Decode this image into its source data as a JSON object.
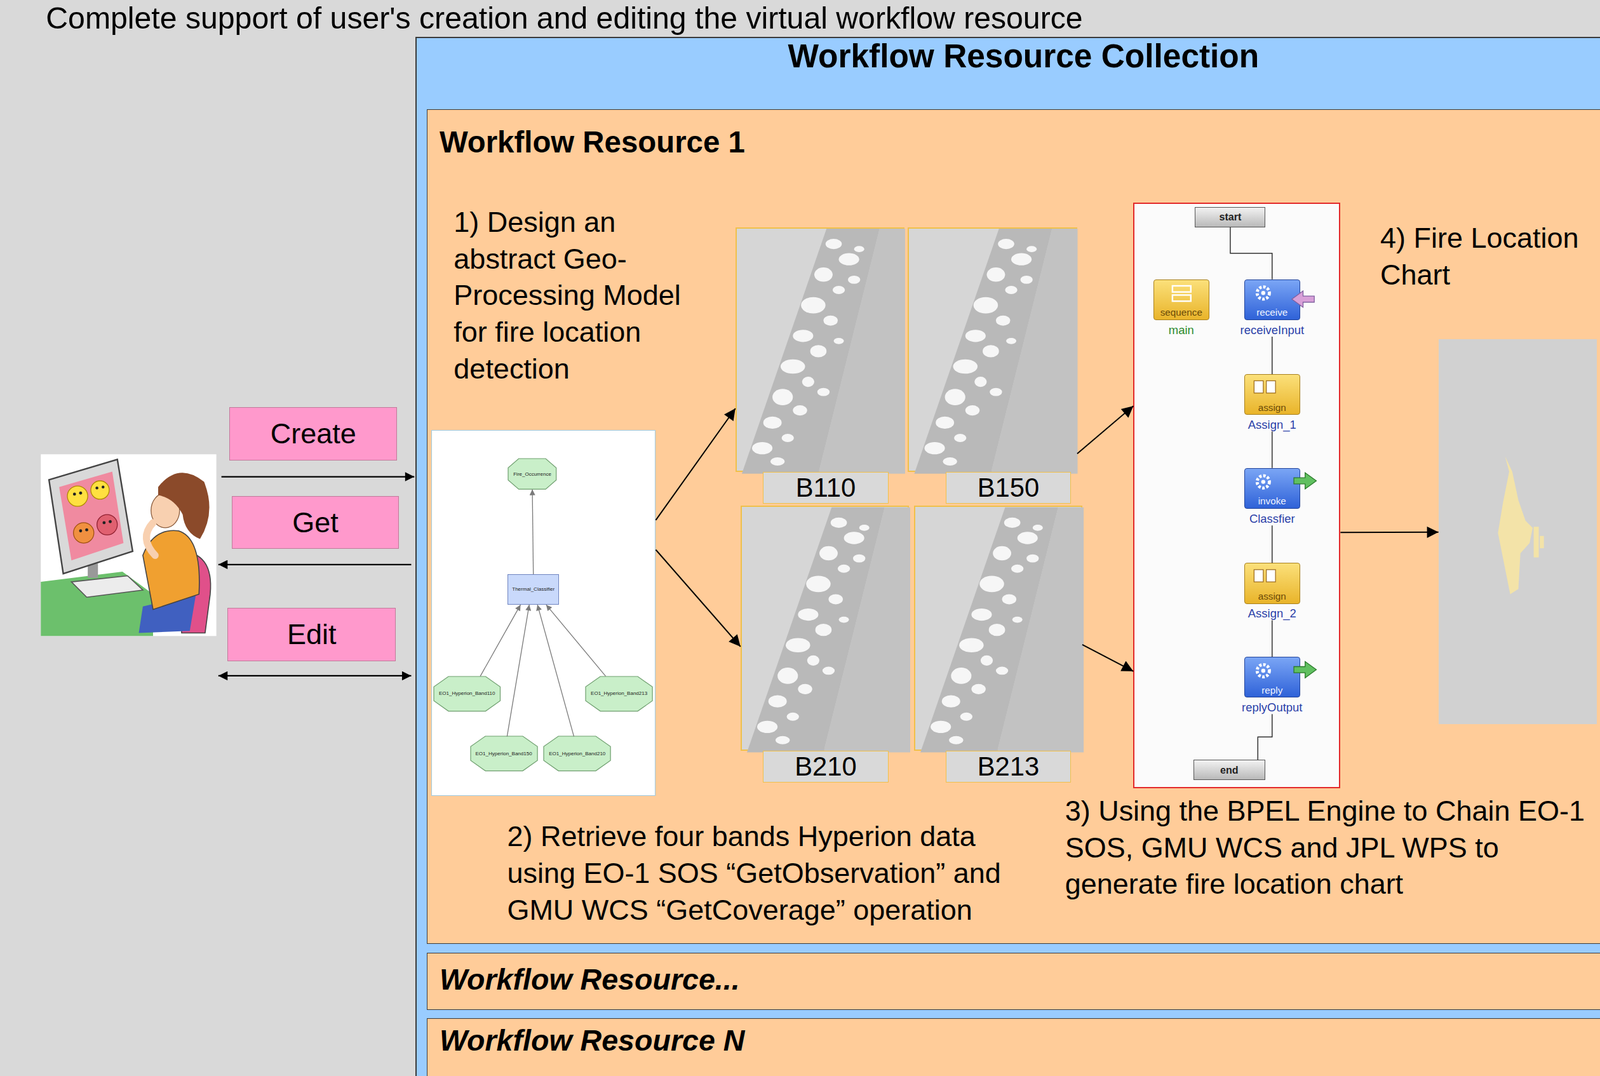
{
  "diagram": {
    "title": "Complete support of user's creation and editing the virtual workflow resource",
    "nodes": [
      {
        "text": [
          "Create"
        ]
      },
      {
        "text": [
          "Get"
        ]
      },
      {
        "text": [
          "Edit"
        ]
      },
      {
        "text": [
          "Workflow Resource Collection"
        ]
      },
      {
        "text": [
          "Workflow Resource 1"
        ],
        "in": 3
      },
      {
        "text": [
          "1) Design an abstract Geo-Processing Model for fire location detection"
        ],
        "in": 4
      },
      {
        "text": [
          "Fire_Occurrence"
        ],
        "in": 5
      },
      {
        "text": [
          "Thermal_Classifier"
        ],
        "in": 5
      },
      {
        "text": [
          "EO1_Hyperion_Band110"
        ],
        "in": 5
      },
      {
        "text": [
          "EO1_Hyperion_Band150"
        ],
        "in": 5
      },
      {
        "text": [
          "EO1_Hyperion_Band210"
        ],
        "in": 5
      },
      {
        "text": [
          "EO1_Hyperion_Band213"
        ],
        "in": 5
      },
      {
        "text": [
          "B110"
        ],
        "in": 4
      },
      {
        "text": [
          "B150"
        ],
        "in": 4
      },
      {
        "text": [
          "B210"
        ],
        "in": 4
      },
      {
        "text": [
          "B213"
        ],
        "in": 4
      },
      {
        "text": [
          "3) Using the BPEL Engine to Chain EO-1 SOS, GMU WCS and JPL WPS to generate fire location chart"
        ],
        "in": 4
      },
      {
        "text": [
          "start"
        ],
        "in": 16
      },
      {
        "text": [
          "sequence",
          "main"
        ],
        "in": 16
      },
      {
        "text": [
          "receive",
          "receiveInput"
        ],
        "in": 16
      },
      {
        "text": [
          "assign",
          "Assign_1"
        ],
        "in": 16
      },
      {
        "text": [
          "invoke",
          "Classfier"
        ],
        "in": 16
      },
      {
        "text": [
          "assign",
          "Assign_2"
        ],
        "in": 16
      },
      {
        "text": [
          "reply",
          "replyOutput"
        ],
        "in": 16
      },
      {
        "text": [
          "end"
        ],
        "in": 16
      },
      {
        "text": [
          "4) Fire Location Chart"
        ],
        "in": 4
      },
      {
        "text": [
          "Workflow Resource..."
        ],
        "in": 3
      },
      {
        "text": [
          "Workflow Resource N"
        ],
        "in": 3
      }
    ],
    "edges": [
      {
        "from": 5,
        "to": 12,
        "arrow": "to"
      },
      {
        "from": 5,
        "to": 14,
        "arrow": "to"
      },
      {
        "from": 13,
        "to": 16,
        "arrow": "to"
      },
      {
        "from": 15,
        "to": 16,
        "arrow": "to"
      },
      {
        "from": 16,
        "to": 25,
        "arrow": "to"
      },
      {
        "from": 8,
        "to": 7,
        "arrow": "to"
      },
      {
        "from": 9,
        "to": 7,
        "arrow": "to"
      },
      {
        "from": 10,
        "to": 7,
        "arrow": "to"
      },
      {
        "from": 11,
        "to": 7,
        "arrow": "to"
      },
      {
        "from": 7,
        "to": 6,
        "arrow": "to"
      },
      {
        "from": 17,
        "to": 19,
        "arrow": "none"
      },
      {
        "from": 19,
        "to": 20,
        "arrow": "none"
      },
      {
        "from": 20,
        "to": 21,
        "arrow": "none"
      },
      {
        "from": 21,
        "to": 22,
        "arrow": "none"
      },
      {
        "from": 22,
        "to": 23,
        "arrow": "none"
      },
      {
        "from": 23,
        "to": 24,
        "arrow": "none"
      }
    ],
    "labels": [
      "2) Retrieve four bands Hyperion data using EO-1 SOS “GetObservation” and GMU WCS “GetCoverage” operation"
    ]
  }
}
